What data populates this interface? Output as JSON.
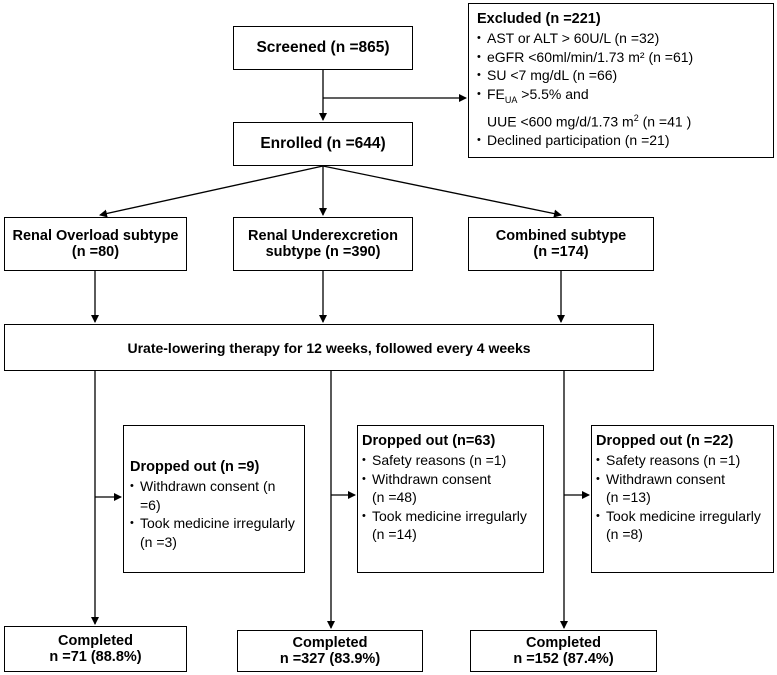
{
  "screened": "Screened (n =865)",
  "excluded": {
    "title": "Excluded (n =221)",
    "items": [
      "AST or ALT  > 60U/L (n =32)",
      "eGFR <60ml/min/1.73 m² (n =61)",
      "SU <7 mg/dL (n =66)"
    ],
    "fe_main": "FE",
    "fe_sub": "UA",
    "fe_rest": " >5.5% and",
    "uue_line": "UUE <600 mg/d/1.73 m",
    "uue_sup": "2",
    "uue_rest": "  (n =41  )",
    "declined": "Declined participation (n =21)"
  },
  "enrolled": "Enrolled (n =644)",
  "subtypes": [
    {
      "line1": "Renal Overload subtype",
      "line2": "(n =80)"
    },
    {
      "line1": "Renal Underexcretion",
      "line2": "subtype (n =390)"
    },
    {
      "line1": "Combined subtype",
      "line2": "(n =174)"
    }
  ],
  "therapy": "Urate-lowering therapy for 12 weeks, followed every 4 weeks",
  "dropped": [
    {
      "title": "Dropped out (n =9)",
      "items": [
        {
          "text": "Withdrawn consent (n =6)",
          "cont": ""
        },
        {
          "text": "Took medicine irregularly",
          "cont": "(n =3)"
        }
      ]
    },
    {
      "title": "Dropped out (n=63)",
      "items": [
        {
          "text": "Safety reasons (n =1)",
          "cont": ""
        },
        {
          "text": "Withdrawn consent",
          "cont": "(n =48)"
        },
        {
          "text": "Took medicine irregularly",
          "cont": "(n =14)"
        }
      ]
    },
    {
      "title": "Dropped out (n =22)",
      "items": [
        {
          "text": "Safety reasons (n =1)",
          "cont": ""
        },
        {
          "text": "Withdrawn consent",
          "cont": "(n =13)"
        },
        {
          "text": "Took medicine irregularly",
          "cont": "(n =8)"
        }
      ]
    }
  ],
  "completed": [
    {
      "line1": "Completed",
      "line2": "n =71 (88.8%)"
    },
    {
      "line1": "Completed",
      "line2": "n =327 (83.9%)"
    },
    {
      "line1": "Completed",
      "line2": "n =152 (87.4%)"
    }
  ]
}
